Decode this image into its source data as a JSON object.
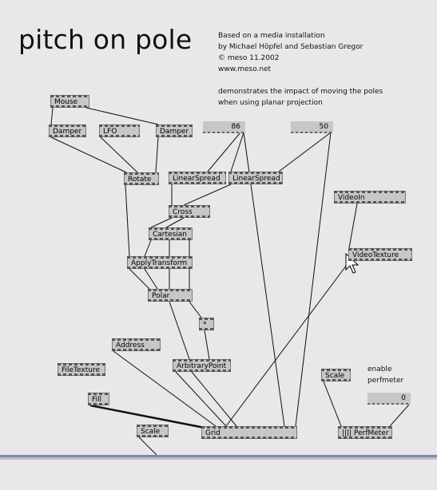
{
  "patch": {
    "title": "pitch on pole",
    "credits": [
      "Based on a media installation",
      "by Michael Höpfel and Sebastian Gregor",
      "© meso 11.2002",
      "www.meso.net"
    ],
    "description": [
      "demonstrates the impact of moving the poles",
      "when using planar projection"
    ],
    "perfmeter_label": [
      "enable",
      "perfmeter"
    ]
  },
  "nodes": {
    "mouse": "Mouse",
    "damper1": "Damper",
    "lfo": "LFO",
    "damper2": "Damper",
    "rotate": "Rotate",
    "linearspread1": "LinearSpread",
    "linearspread2": "LinearSpread",
    "cross": "Cross",
    "cartesian": "Cartesian",
    "applytransform": "ApplyTransform",
    "polar": "Polar",
    "multiply": "*",
    "address": "Address",
    "filetexture": "FileTexture",
    "arbitrarypoint": "ArbitraryPoint",
    "fill": "Fill",
    "scale1": "Scale",
    "grid": "Grid",
    "videoin": "VideoIn",
    "videotexture": "VideoTexture",
    "scale2": "Scale",
    "perfmeter": "|||| PerfMeter"
  },
  "iobox": {
    "value1": "86",
    "value2": "50",
    "value3": "0"
  }
}
